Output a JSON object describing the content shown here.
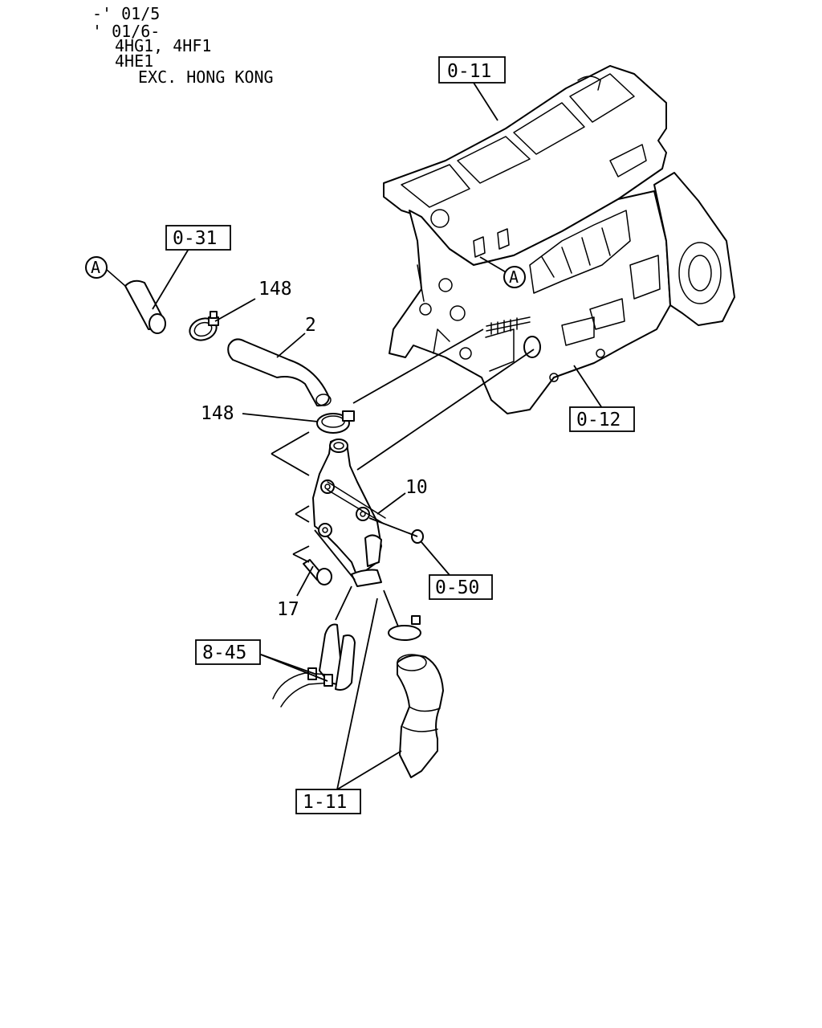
{
  "header": {
    "lines": [
      "-' 01/5",
      "' 01/6-",
      "4HG1, 4HF1",
      "4HE1",
      "EXC. HONG KONG"
    ]
  },
  "refs": {
    "r011": "0-11",
    "r031": "0-31",
    "r012": "0-12",
    "r050": "0-50",
    "r845": "8-45",
    "r111": "1-11"
  },
  "parts": {
    "p148a": "148",
    "p2": "2",
    "p148b": "148",
    "p10": "10",
    "p17": "17"
  },
  "markers": {
    "a1": "A",
    "a2": "A"
  }
}
